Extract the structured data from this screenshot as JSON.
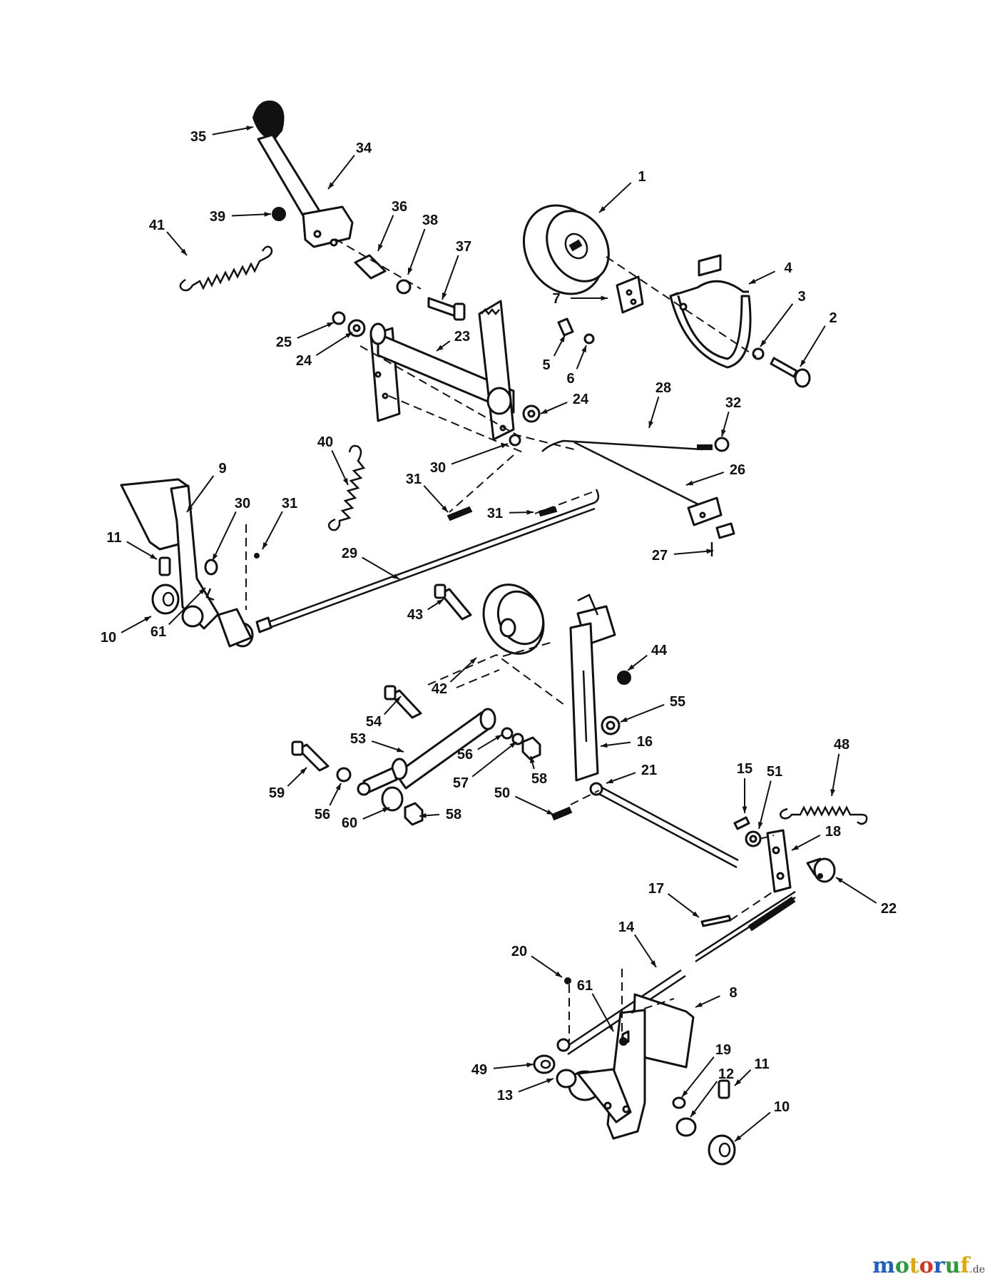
{
  "diagram": {
    "callouts": [
      {
        "label": "35"
      },
      {
        "label": "34"
      },
      {
        "label": "39"
      },
      {
        "label": "41"
      },
      {
        "label": "36"
      },
      {
        "label": "38"
      },
      {
        "label": "37"
      },
      {
        "label": "1"
      },
      {
        "label": "4"
      },
      {
        "label": "7"
      },
      {
        "label": "3"
      },
      {
        "label": "2"
      },
      {
        "label": "25"
      },
      {
        "label": "24"
      },
      {
        "label": "23"
      },
      {
        "label": "5"
      },
      {
        "label": "6"
      },
      {
        "label": "24"
      },
      {
        "label": "28"
      },
      {
        "label": "32"
      },
      {
        "label": "40"
      },
      {
        "label": "30"
      },
      {
        "label": "26"
      },
      {
        "label": "31"
      },
      {
        "label": "31"
      },
      {
        "label": "9"
      },
      {
        "label": "30"
      },
      {
        "label": "31"
      },
      {
        "label": "11"
      },
      {
        "label": "29"
      },
      {
        "label": "27"
      },
      {
        "label": "10"
      },
      {
        "label": "61"
      },
      {
        "label": "43"
      },
      {
        "label": "44"
      },
      {
        "label": "42"
      },
      {
        "label": "54"
      },
      {
        "label": "55"
      },
      {
        "label": "53"
      },
      {
        "label": "16"
      },
      {
        "label": "56"
      },
      {
        "label": "59"
      },
      {
        "label": "57"
      },
      {
        "label": "58"
      },
      {
        "label": "21"
      },
      {
        "label": "56"
      },
      {
        "label": "60"
      },
      {
        "label": "58"
      },
      {
        "label": "50"
      },
      {
        "label": "15"
      },
      {
        "label": "51"
      },
      {
        "label": "48"
      },
      {
        "label": "18"
      },
      {
        "label": "17"
      },
      {
        "label": "22"
      },
      {
        "label": "14"
      },
      {
        "label": "20"
      },
      {
        "label": "61"
      },
      {
        "label": "8"
      },
      {
        "label": "49"
      },
      {
        "label": "19"
      },
      {
        "label": "13"
      },
      {
        "label": "12"
      },
      {
        "label": "11"
      },
      {
        "label": "10"
      }
    ]
  },
  "watermark": {
    "letters": [
      "m",
      "o",
      "t",
      "o",
      "r",
      "u",
      "f"
    ],
    "suffix": ".de",
    "colors": [
      "#1f5fbf",
      "#2e9a3a",
      "#e0a800",
      "#d8321f",
      "#1f5fbf",
      "#2e9a3a",
      "#e0a800"
    ]
  }
}
